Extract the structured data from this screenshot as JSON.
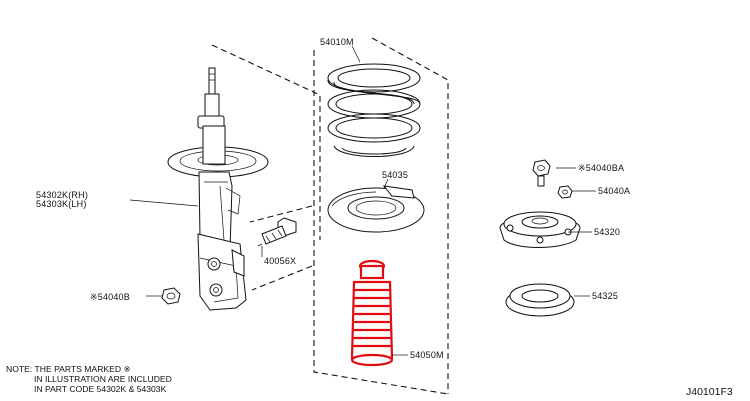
{
  "parts": {
    "spring": "54010M",
    "seat": "54035",
    "strut_line1": "54302K(RH)",
    "strut_line2": "54303K(LH)",
    "bolt": "40056X",
    "nut_strut": "※54040B",
    "nut_top": "※54040BA",
    "nut_small": "54040A",
    "mount": "54320",
    "bearing": "54325",
    "boot": "54050M"
  },
  "note": {
    "line1": "NOTE: THE PARTS MARKED ※",
    "line2": "IN ILLUSTRATION ARE INCLUDED",
    "line3": "IN PART CODE 54302K & 54303K"
  },
  "figure_ref": "J40101F3",
  "colors": {
    "highlight": "#e10b12",
    "line": "#111111"
  }
}
